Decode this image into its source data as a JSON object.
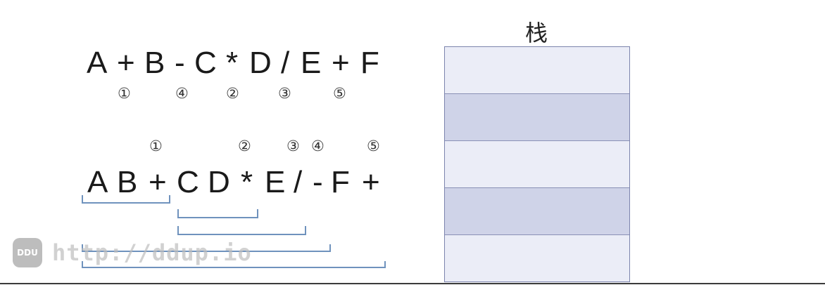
{
  "stack_title": "栈",
  "infix": {
    "tokens": [
      "A",
      "+",
      "B",
      "-",
      "C",
      "*",
      "D",
      "/",
      "E",
      "+",
      "F"
    ],
    "order_marks": [
      "①",
      "④",
      "②",
      "③",
      "⑤"
    ]
  },
  "postfix": {
    "tokens": [
      "A",
      "B",
      "+",
      "C",
      "D",
      "*",
      "E",
      "/",
      "-",
      "F",
      "+"
    ],
    "order_marks": [
      "①",
      "②",
      "③",
      "④",
      "⑤"
    ]
  },
  "stack": {
    "slots": 5
  },
  "colors": {
    "bracket": "#6f92bd",
    "stack_border": "#7c84ad",
    "stack_light": "#ebedf7",
    "stack_dark": "#cfd3e8"
  },
  "watermark": {
    "logo": "DDU",
    "text": "http://ddup.io"
  }
}
